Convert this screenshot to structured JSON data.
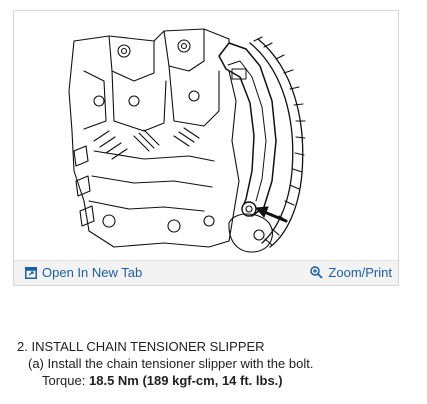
{
  "toolbar": {
    "open_new_tab_label": "Open In New Tab",
    "zoom_print_label": "Zoom/Print",
    "link_color": "#1a5fa8"
  },
  "instructions": {
    "step_title": "2. INSTALL CHAIN TENSIONER SLIPPER",
    "substep_a": "(a) Install the chain tensioner slipper with the bolt.",
    "torque_label": "Torque:",
    "torque_value": "18.5 Nm (189 kgf-cm, 14 ft. lbs.)"
  },
  "icons": {
    "open_new_tab": "open-new-tab-icon",
    "zoom": "magnifier-zoom-icon"
  }
}
